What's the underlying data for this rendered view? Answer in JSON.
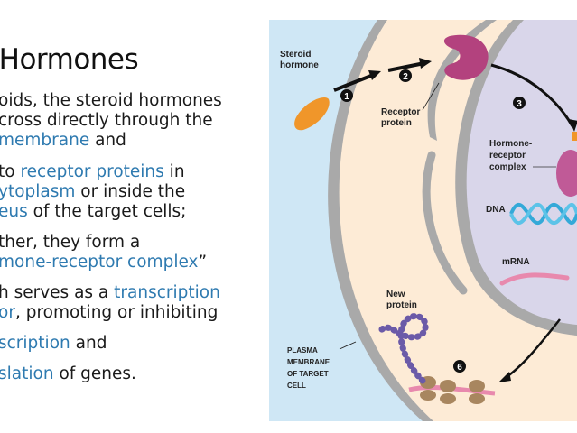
{
  "slide": {
    "title": "id Hormones",
    "paragraphs": [
      {
        "lines": [
          [
            {
              "t": "oids, the steroid hormones",
              "hl": false
            }
          ],
          [
            {
              "t": "cross directly through the",
              "hl": false
            }
          ],
          [
            {
              "t": "membrane",
              "hl": true
            },
            {
              "t": " and",
              "hl": false
            }
          ]
        ]
      },
      {
        "lines": [
          [
            {
              "t": " to ",
              "hl": false
            },
            {
              "t": "receptor proteins",
              "hl": true
            },
            {
              "t": " in",
              "hl": false
            }
          ],
          [
            {
              "t": "ytoplasm",
              "hl": true
            },
            {
              "t": " or inside the",
              "hl": false
            }
          ],
          [
            {
              "t": "eus",
              "hl": true
            },
            {
              "t": " of the target cells;",
              "hl": false
            }
          ]
        ]
      },
      {
        "lines": [
          [
            {
              "t": "ther, they form a",
              "hl": false
            }
          ],
          [
            {
              "t": "mone-receptor complex",
              "hl": true
            },
            {
              "t": "”",
              "hl": false
            }
          ]
        ]
      },
      {
        "lines": [
          [
            {
              "t": "h serves as a ",
              "hl": false
            },
            {
              "t": "transcription",
              "hl": true
            }
          ],
          [
            {
              "t": "or",
              "hl": true
            },
            {
              "t": ", promoting or inhibiting",
              "hl": false
            }
          ]
        ]
      },
      {
        "lines": [
          [
            {
              "t": "scription",
              "hl": true
            },
            {
              "t": " and",
              "hl": false
            }
          ]
        ]
      },
      {
        "lines": [
          [
            {
              "t": "slation",
              "hl": true
            },
            {
              "t": " of genes.",
              "hl": false
            }
          ]
        ]
      }
    ]
  },
  "figure": {
    "labels": {
      "steroid_hormone_1": "Steroid",
      "steroid_hormone_2": "hormone",
      "receptor_protein_1": "Receptor",
      "receptor_protein_2": "protein",
      "complex_1": "Hormone-",
      "complex_2": "receptor",
      "complex_3": "complex",
      "dna": "DNA",
      "mrna": "mRNA",
      "new_protein_1": "New",
      "new_protein_2": "protein",
      "plasma_1": "PLASMA",
      "plasma_2": "MEMBRANE",
      "plasma_3": "OF TARGET",
      "plasma_4": "CELL"
    },
    "steps": [
      "1",
      "2",
      "3",
      "6"
    ]
  },
  "colors": {
    "accent_text": "#2e7ab0",
    "extracellular": "#cfe7f5",
    "cytoplasm": "#fdebd6",
    "nucleus": "#d9d6ea",
    "membrane": "#a9a9a9"
  }
}
